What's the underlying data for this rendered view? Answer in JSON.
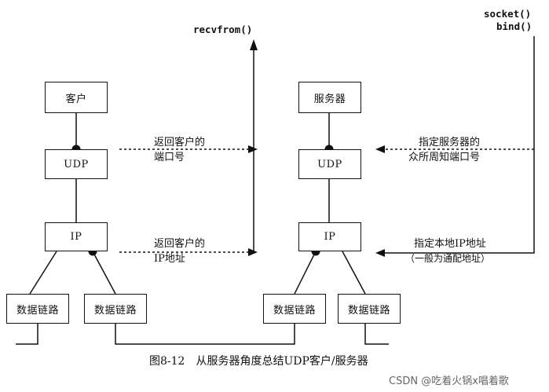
{
  "labels": {
    "recvfrom": "recvfrom()",
    "socket": "socket()",
    "bind": "bind()",
    "client_box": "客户",
    "server_box": "服务器",
    "udp": "UDP",
    "ip": "IP",
    "datalink": "数据链路",
    "return_port_1": "返回客户的",
    "return_port_2": "端口号",
    "return_ip_1": "返回客户的",
    "return_ip_2": "IP地址",
    "server_port_1": "指定服务器的",
    "server_port_2": "众所周知端口号",
    "server_ip_1": "指定本地IP地址",
    "server_ip_2": "（一般为通配地址）",
    "caption": "图8-12　从服务器角度总结UDP客户/服务器",
    "watermark": "CSDN @吃着火锅x唱着歌"
  }
}
